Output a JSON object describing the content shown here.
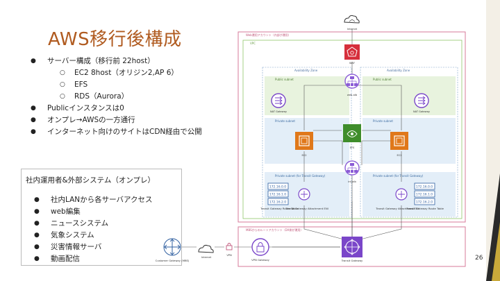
{
  "title": "AWS移行後構成",
  "bullets": [
    {
      "level": 1,
      "text": "サーバー構成（移行前 22host）"
    },
    {
      "level": 2,
      "text": "EC2 8host（オリジン2,AP 6）"
    },
    {
      "level": 2,
      "text": "EFS"
    },
    {
      "level": 2,
      "text": "RDS（Aurora）"
    },
    {
      "level": 1,
      "text": "Publicインスタンスは0"
    },
    {
      "level": 1,
      "text": "オンプレ→AWSの一方通行"
    },
    {
      "level": 1,
      "text": "インターネット向けのサイトはCDN経由で公開"
    }
  ],
  "onprem": {
    "title": "社内運用者&外部システム（オンプレ）",
    "items": [
      "社内LANから各サーバアクセス",
      "web編集",
      "ニュースシステム",
      "気象システム",
      "災害情報サーバ",
      "動画配信"
    ]
  },
  "page_number": "26",
  "diagram": {
    "internet_top": "Internet",
    "web_account": "Web運用アカウント（内部が運用）",
    "vpc": "VPC",
    "waf": "WAF",
    "az_left": "Availability Zone",
    "az_right": "Availability Zone",
    "public_subnet": "Public subnet",
    "private_subnet": "Private subnet",
    "tgw_subnet": "Private subnet (for Transit Gateway)",
    "web_alb": "web-alb",
    "nat_gateway": "NAT Gateway",
    "ec2": "EC2",
    "efs": "EFS",
    "int_alb": "int-alb",
    "cidrs": [
      "172.16.0.0",
      "172.16.1.0",
      "172.16.2.0"
    ],
    "tgw_route_table": "Transit Gateway Route Table",
    "tgw_attachment": "Transit Gateway Attachment ENI",
    "network_account": "MBSからのルートアカウント（DX側が運用）",
    "customer_gateway": "Customer Gateway (MBS)",
    "internet_bottom": "Internet",
    "vpn": "VPN",
    "vpn_gateway": "VPN Gateway",
    "transit_gateway": "Transit Gateway"
  },
  "colors": {
    "title": "#b05b20",
    "account_border": "#d77a9a",
    "public_subnet": "#e8f3de",
    "private_subnet": "#e3eef8",
    "ec2": "#e0781a",
    "efs": "#3f8d2b",
    "alb": "#8b5cd6",
    "waf": "#d62f3c",
    "tgw": "#7a46c9"
  }
}
